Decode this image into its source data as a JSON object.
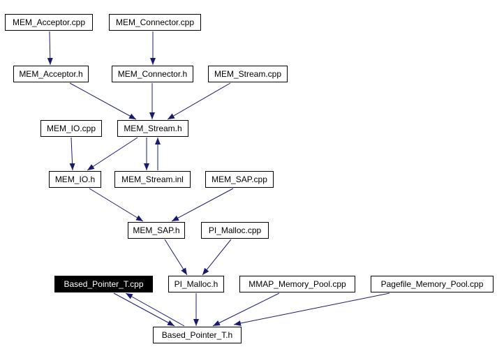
{
  "diagram": {
    "type": "include-dependency-graph",
    "edge_color": "#191970",
    "nodes": [
      {
        "id": "mem_acceptor_cpp",
        "label": "MEM_Acceptor.cpp"
      },
      {
        "id": "mem_connector_cpp",
        "label": "MEM_Connector.cpp"
      },
      {
        "id": "mem_acceptor_h",
        "label": "MEM_Acceptor.h"
      },
      {
        "id": "mem_connector_h",
        "label": "MEM_Connector.h"
      },
      {
        "id": "mem_stream_cpp",
        "label": "MEM_Stream.cpp"
      },
      {
        "id": "mem_io_cpp",
        "label": "MEM_IO.cpp"
      },
      {
        "id": "mem_stream_h",
        "label": "MEM_Stream.h"
      },
      {
        "id": "mem_io_h",
        "label": "MEM_IO.h"
      },
      {
        "id": "mem_stream_inl",
        "label": "MEM_Stream.inl"
      },
      {
        "id": "mem_sap_cpp",
        "label": "MEM_SAP.cpp"
      },
      {
        "id": "mem_sap_h",
        "label": "MEM_SAP.h"
      },
      {
        "id": "pi_malloc_cpp",
        "label": "PI_Malloc.cpp"
      },
      {
        "id": "based_pointer_t_cpp",
        "label": "Based_Pointer_T.cpp",
        "highlighted": true
      },
      {
        "id": "pi_malloc_h",
        "label": "PI_Malloc.h"
      },
      {
        "id": "mmap_memory_pool_cpp",
        "label": "MMAP_Memory_Pool.cpp"
      },
      {
        "id": "pagefile_memory_pool_cpp",
        "label": "Pagefile_Memory_Pool.cpp"
      },
      {
        "id": "based_pointer_t_h",
        "label": "Based_Pointer_T.h"
      }
    ],
    "edges": [
      {
        "from": "mem_acceptor_cpp",
        "to": "mem_acceptor_h"
      },
      {
        "from": "mem_connector_cpp",
        "to": "mem_connector_h"
      },
      {
        "from": "mem_acceptor_h",
        "to": "mem_stream_h"
      },
      {
        "from": "mem_connector_h",
        "to": "mem_stream_h"
      },
      {
        "from": "mem_stream_cpp",
        "to": "mem_stream_h"
      },
      {
        "from": "mem_io_cpp",
        "to": "mem_io_h"
      },
      {
        "from": "mem_stream_h",
        "to": "mem_io_h"
      },
      {
        "from": "mem_stream_h",
        "to": "mem_stream_inl"
      },
      {
        "from": "mem_stream_inl",
        "to": "mem_stream_h"
      },
      {
        "from": "mem_io_h",
        "to": "mem_sap_h"
      },
      {
        "from": "mem_sap_cpp",
        "to": "mem_sap_h"
      },
      {
        "from": "mem_sap_h",
        "to": "pi_malloc_h"
      },
      {
        "from": "pi_malloc_cpp",
        "to": "pi_malloc_h"
      },
      {
        "from": "based_pointer_t_cpp",
        "to": "based_pointer_t_h"
      },
      {
        "from": "based_pointer_t_h",
        "to": "based_pointer_t_cpp"
      },
      {
        "from": "pi_malloc_h",
        "to": "based_pointer_t_h"
      },
      {
        "from": "mmap_memory_pool_cpp",
        "to": "based_pointer_t_h"
      },
      {
        "from": "pagefile_memory_pool_cpp",
        "to": "based_pointer_t_h"
      }
    ]
  }
}
